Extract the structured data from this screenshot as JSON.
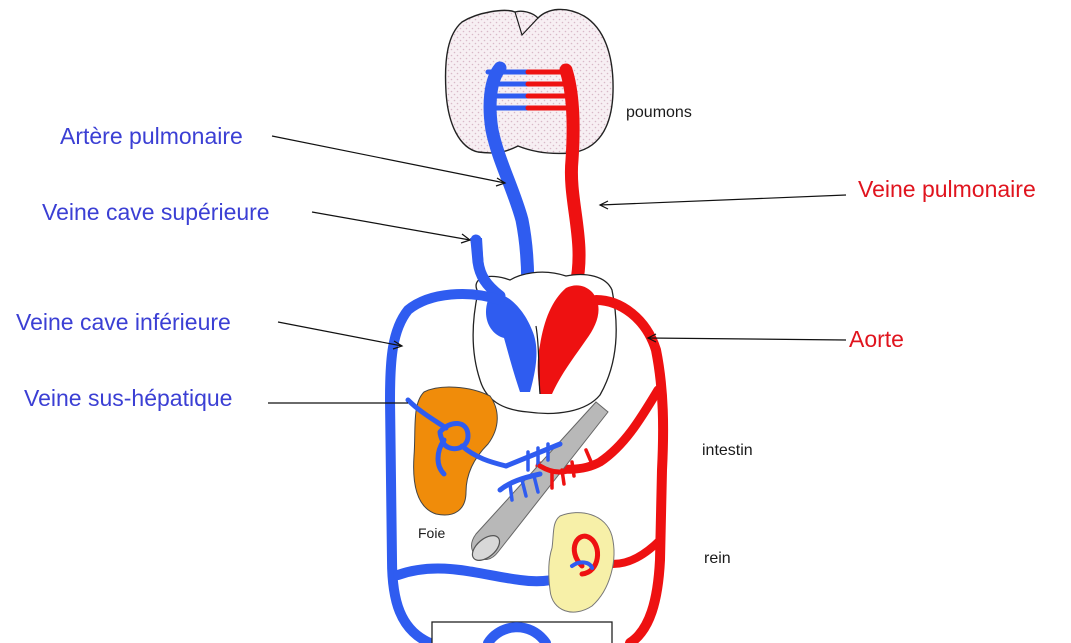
{
  "labels": {
    "arteria_pulmonaire": "Artère pulmonaire",
    "veine_cave_sup": "Veine cave supérieure",
    "veine_cave_inf": "Veine cave inférieure",
    "veine_sus_hepatique": "Veine sus-hépatique",
    "veine_pulmonaire": "Veine pulmonaire",
    "aorte": "Aorte",
    "poumons": "poumons",
    "intestin": "intestin",
    "rein": "rein",
    "foie": "Foie"
  },
  "colors": {
    "vein": "#2f5cf0",
    "artery": "#ee1111",
    "liver": "#f08c0a",
    "kidney": "#f7f0a8",
    "intestine": "#b4b4b4",
    "lungs": "#f6eef2"
  }
}
